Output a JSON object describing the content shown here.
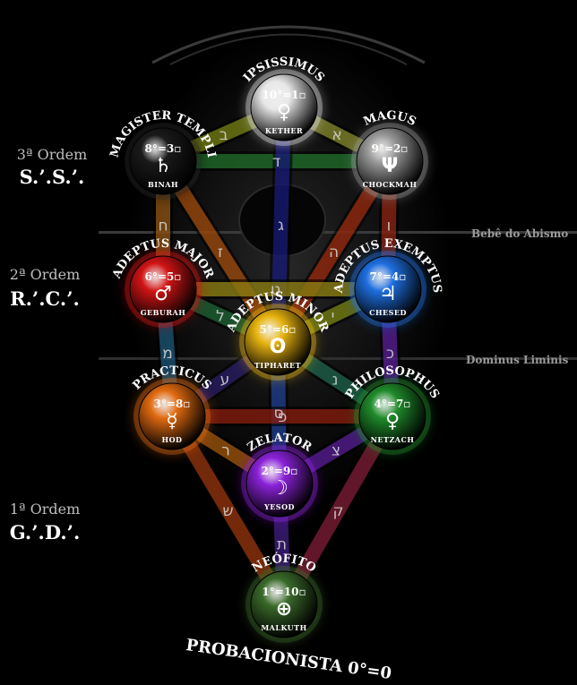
{
  "orders": [
    {
      "label": "3ª Ordem",
      "name": "S.’.S.’."
    },
    {
      "label": "2ª Ordem",
      "name": "R.’.C.’."
    },
    {
      "label": "1ª Ordem",
      "name": "G.’.D.’."
    }
  ],
  "thresholds": {
    "abyss": "Bebê do Abismo",
    "liminis": "Dominus Liminis"
  },
  "sephiroth": [
    {
      "id": "kether",
      "grade": "10°=1▫",
      "title": "IPSISSIMUS",
      "symbol": "♀",
      "sephira": "KETHER",
      "color": "#e8e8e8"
    },
    {
      "id": "chokmah",
      "grade": "9°=2▫",
      "title": "MAGUS",
      "symbol": "Ψ",
      "sephira": "CHOCKMAH",
      "color": "#9a9a9a"
    },
    {
      "id": "binah",
      "grade": "8°=3▫",
      "title": "MAGISTER TEMPLI",
      "symbol": "♄",
      "sephira": "BINAH",
      "color": "#1a1a1a"
    },
    {
      "id": "chesed",
      "grade": "7°=4▫",
      "title": "ADEPTUS EXEMPTUS",
      "symbol": "♃",
      "sephira": "CHESED",
      "color": "#1e6fe0"
    },
    {
      "id": "geburah",
      "grade": "6°=5▫",
      "title": "ADEPTUS MAJOR",
      "symbol": "♂",
      "sephira": "GEBURAH",
      "color": "#d01414"
    },
    {
      "id": "tiphareth",
      "grade": "5°=6▫",
      "title": "ADEPTUS MINOR",
      "symbol": "ʘ",
      "sephira": "TIPHARET",
      "color": "#e8b410"
    },
    {
      "id": "netzach",
      "grade": "4°=7▫",
      "title": "PHILOSOPHUS",
      "symbol": "♀",
      "sephira": "NETZACH",
      "color": "#1f8a2a"
    },
    {
      "id": "hod",
      "grade": "3°=8▫",
      "title": "PRACTICUS",
      "symbol": "☿",
      "sephira": "HOD",
      "color": "#e06a10"
    },
    {
      "id": "yesod",
      "grade": "2°=9▫",
      "title": "ZELATOR",
      "symbol": "☽",
      "sephira": "YESOD",
      "color": "#8a22d8"
    },
    {
      "id": "malkuth",
      "grade": "1°=10▫",
      "title": "NEÓFITO",
      "symbol": "⊕",
      "sephira": "MALKUTH",
      "color": "#3a6a2a"
    }
  ],
  "probationer": "PROBACIONISTA 0°=0",
  "paths": [
    {
      "from": "kether",
      "to": "binah",
      "letter": "ב",
      "color": "#a4b21e"
    },
    {
      "from": "kether",
      "to": "chokmah",
      "letter": "א",
      "color": "#b8be3a"
    },
    {
      "from": "binah",
      "to": "chokmah",
      "letter": "ד",
      "color": "#2b9a3a"
    },
    {
      "from": "kether",
      "to": "tiphareth",
      "letter": "ג",
      "color": "#2226a8"
    },
    {
      "from": "binah",
      "to": "geburah",
      "letter": "ח",
      "color": "#c9761c"
    },
    {
      "from": "chokmah",
      "to": "chesed",
      "letter": "ו",
      "color": "#c2331a"
    },
    {
      "from": "binah",
      "to": "tiphareth",
      "letter": "ז",
      "color": "#e06a10"
    },
    {
      "from": "chokmah",
      "to": "tiphareth",
      "letter": "ה",
      "color": "#d43a12"
    },
    {
      "from": "geburah",
      "to": "chesed",
      "letter": "ט",
      "color": "#c9b41a"
    },
    {
      "from": "geburah",
      "to": "tiphareth",
      "letter": "ל",
      "color": "#2a8a4a"
    },
    {
      "from": "chesed",
      "to": "tiphareth",
      "letter": "י",
      "color": "#a8b418"
    },
    {
      "from": "geburah",
      "to": "hod",
      "letter": "מ",
      "color": "#2878a8"
    },
    {
      "from": "chesed",
      "to": "netzach",
      "letter": "כ",
      "color": "#7a2ad0"
    },
    {
      "from": "tiphareth",
      "to": "hod",
      "letter": "ע",
      "color": "#3a2a8a"
    },
    {
      "from": "tiphareth",
      "to": "netzach",
      "letter": "נ",
      "color": "#2a8a6a"
    },
    {
      "from": "tiphareth",
      "to": "yesod",
      "letter": "ס",
      "color": "#2a58c8"
    },
    {
      "from": "hod",
      "to": "netzach",
      "letter": "פ",
      "color": "#c02a14"
    },
    {
      "from": "hod",
      "to": "yesod",
      "letter": "ר",
      "color": "#e07a12"
    },
    {
      "from": "netzach",
      "to": "yesod",
      "letter": "צ",
      "color": "#7a2ad0"
    },
    {
      "from": "hod",
      "to": "malkuth",
      "letter": "ש",
      "color": "#d24a12"
    },
    {
      "from": "yesod",
      "to": "malkuth",
      "letter": "ת",
      "color": "#5a2ab0"
    },
    {
      "from": "netzach",
      "to": "malkuth",
      "letter": "ק",
      "color": "#b02a4a"
    }
  ]
}
